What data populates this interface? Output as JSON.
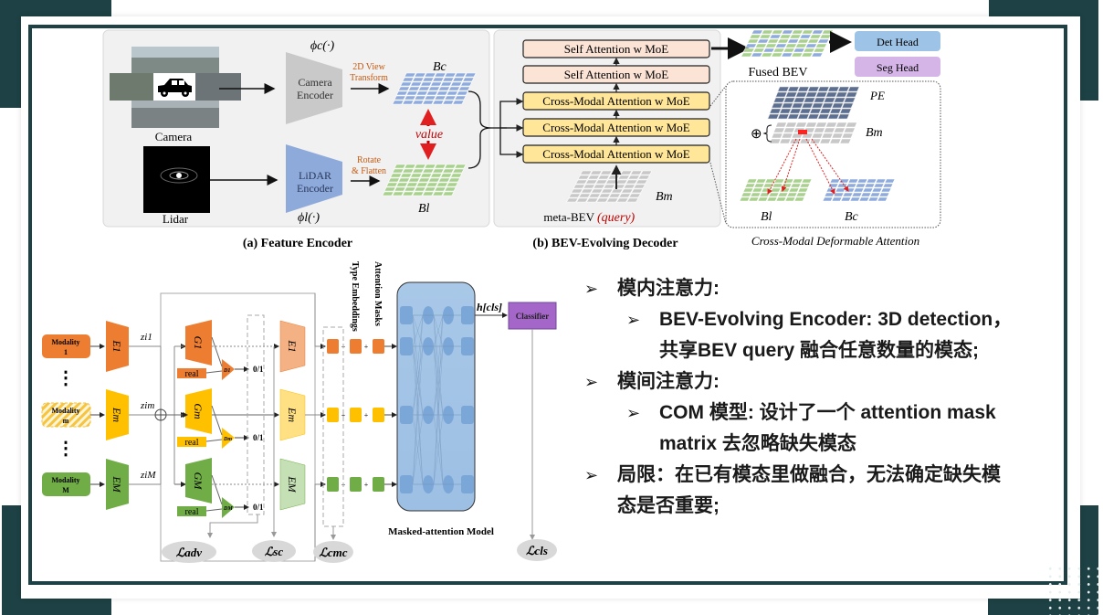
{
  "slide": {
    "colors": {
      "frame": "#1d4144",
      "panel_bg": "#f0f0f0",
      "orange": "#ed7d31",
      "yellow": "#ffc000",
      "green": "#70ad47",
      "blue_grid": "#8faadc",
      "green_grid": "#a9d18e",
      "gray_grid": "#c8c8c8",
      "red": "#c00000",
      "purple": "#a466c8"
    },
    "figure_top": {
      "feature_encoder": {
        "caption": "(a) Feature Encoder",
        "camera_label": "Camera",
        "lidar_label": "Lidar",
        "camera_encoder": "Camera Encoder",
        "camera_encoder_lines": [
          "Camera",
          "Encoder"
        ],
        "lidar_encoder_lines": [
          "LiDAR",
          "Encoder"
        ],
        "phi_c": "ϕc(·)",
        "phi_l": "ϕl(·)",
        "view_transform_lines": [
          "2D View",
          "Transform"
        ],
        "rotate_flatten_lines": [
          "Rotate",
          "& Flatten"
        ],
        "bc_label": "Bc",
        "bl_label": "Bl",
        "value_label": "value"
      },
      "decoder": {
        "caption": "(b) BEV-Evolving Decoder",
        "blocks": [
          {
            "label": "Self Attention w MoE",
            "kind": "self"
          },
          {
            "label": "Self Attention w MoE",
            "kind": "self"
          },
          {
            "label": "Cross-Modal Attention w MoE",
            "kind": "cross"
          },
          {
            "label": "Cross-Modal Attention w MoE",
            "kind": "cross"
          },
          {
            "label": "Cross-Modal Attention w MoE",
            "kind": "cross"
          }
        ],
        "bm_label": "Bm",
        "meta_bev": "meta-BEV",
        "query": "(query)",
        "fused_bev": "Fused BEV",
        "det_head": "Det Head",
        "seg_head": "Seg Head"
      },
      "deformable": {
        "caption": "Cross-Modal Deformable Attention",
        "pe_label": "PE",
        "bm_label": "Bm",
        "bl_label": "Bl",
        "bc_label": "Bc",
        "oplus": "⊕"
      }
    },
    "figure_bottom": {
      "modalities": [
        {
          "lines": [
            "Modality",
            "1"
          ],
          "encoder": "E1",
          "z": "zi1",
          "generator": "G1",
          "disc": "D1"
        },
        {
          "lines": [
            "Modality",
            "m"
          ],
          "encoder": "Em",
          "z": "zim",
          "generator": "Gm",
          "disc": "Dm"
        },
        {
          "lines": [
            "Modality",
            "M"
          ],
          "encoder": "EM",
          "z": "ziM",
          "generator": "GM",
          "disc": "DM"
        }
      ],
      "real_label": "real",
      "binary_label": "0/1",
      "type_embeddings": "Type Embeddings",
      "attention_masks": "Attention Masks",
      "masked_model": "Masked-attention Model",
      "h_cls": "h[cls]",
      "classifier": "Classifier",
      "losses": {
        "adv": "ℒadv",
        "sc": "ℒsc",
        "cmc": "ℒcmc",
        "cls": "ℒcls"
      },
      "ellipsis": "⋮"
    },
    "bullets": [
      {
        "level": 1,
        "text": "模内注意力:"
      },
      {
        "level": 2,
        "text": "BEV-Evolving Encoder: 3D detection，"
      },
      {
        "level": 2,
        "cont": true,
        "text": "共享BEV query 融合任意数量的模态;"
      },
      {
        "level": 1,
        "text": "模间注意力:"
      },
      {
        "level": 2,
        "text": "COM 模型: 设计了一个 attention mask"
      },
      {
        "level": 2,
        "cont": true,
        "text": "matrix 去忽略缺失模态"
      },
      {
        "level": 1,
        "text": "局限：在已有模态里做融合，无法确定缺失模"
      },
      {
        "level": 1,
        "cont": true,
        "text": "态是否重要;"
      }
    ],
    "bullet_glyph": "➢"
  }
}
